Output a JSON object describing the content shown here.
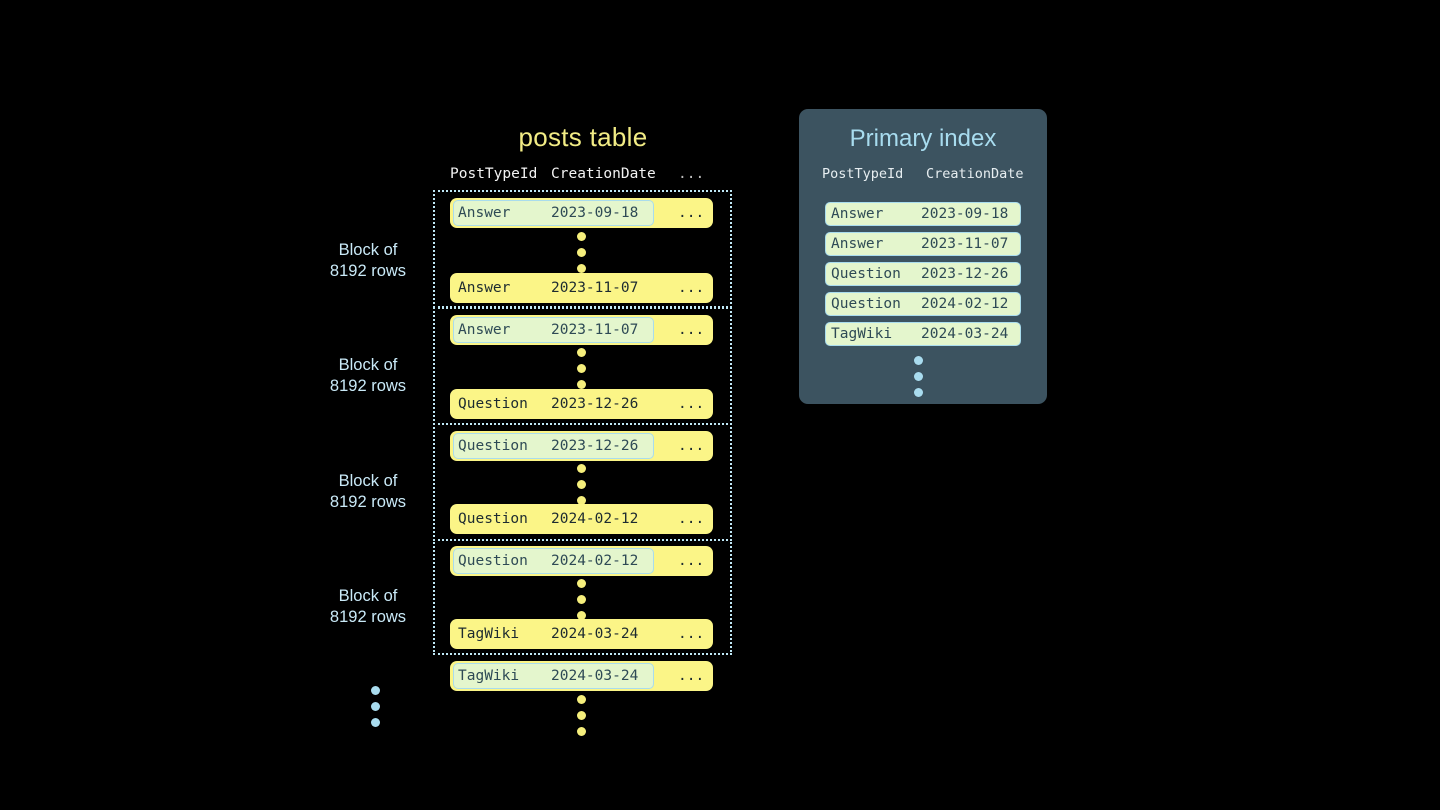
{
  "posts_table": {
    "title": "posts table",
    "columns": {
      "post_type_id": "PostTypeId",
      "creation_date": "CreationDate",
      "rest": "..."
    },
    "block_label_line1": "Block of",
    "block_label_line2": "8192 rows",
    "row_rest": "...",
    "blocks": [
      {
        "label_line1": "Block of",
        "label_line2": "8192 rows",
        "first_row": {
          "post_type_id": "Answer",
          "creation_date": "2023-09-18",
          "rest": "...",
          "highlighted": true
        },
        "last_row": {
          "post_type_id": "Answer",
          "creation_date": "2023-11-07",
          "rest": "...",
          "highlighted": false
        }
      },
      {
        "label_line1": "Block of",
        "label_line2": "8192 rows",
        "first_row": {
          "post_type_id": "Answer",
          "creation_date": "2023-11-07",
          "rest": "...",
          "highlighted": true
        },
        "last_row": {
          "post_type_id": "Question",
          "creation_date": "2023-12-26",
          "rest": "...",
          "highlighted": false
        }
      },
      {
        "label_line1": "Block of",
        "label_line2": "8192 rows",
        "first_row": {
          "post_type_id": "Question",
          "creation_date": "2023-12-26",
          "rest": "...",
          "highlighted": true
        },
        "last_row": {
          "post_type_id": "Question",
          "creation_date": "2024-02-12",
          "rest": "...",
          "highlighted": false
        }
      },
      {
        "label_line1": "Block of",
        "label_line2": "8192 rows",
        "first_row": {
          "post_type_id": "Question",
          "creation_date": "2024-02-12",
          "rest": "...",
          "highlighted": true
        },
        "last_row": {
          "post_type_id": "TagWiki",
          "creation_date": "2024-03-24",
          "rest": "...",
          "highlighted": false
        }
      }
    ],
    "trailing_row": {
      "post_type_id": "TagWiki",
      "creation_date": "2024-03-24",
      "rest": "...",
      "highlighted": true
    }
  },
  "primary_index": {
    "title": "Primary index",
    "columns": {
      "post_type_id": "PostTypeId",
      "creation_date": "CreationDate"
    },
    "entries": [
      {
        "post_type_id": "Answer",
        "creation_date": "2023-09-18"
      },
      {
        "post_type_id": "Answer",
        "creation_date": "2023-11-07"
      },
      {
        "post_type_id": "Question",
        "creation_date": "2023-12-26"
      },
      {
        "post_type_id": "Question",
        "creation_date": "2024-02-12"
      },
      {
        "post_type_id": "TagWiki",
        "creation_date": "2024-03-24"
      }
    ]
  },
  "colors": {
    "background": "#000000",
    "row_yellow": "#fbf587",
    "title_yellow": "#f2ec85",
    "accent_blue": "#a9dcef",
    "highlight_green": "#e4f6cd",
    "panel_slate": "#3c5360",
    "text_dark": "#1d2b30"
  }
}
